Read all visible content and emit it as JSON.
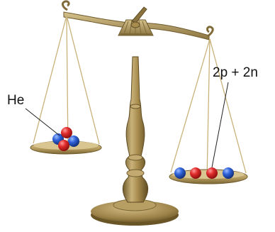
{
  "labels": {
    "left": "He",
    "right": "2p + 2n"
  },
  "colors": {
    "brass": "#b59a5c",
    "brass_dark": "#7f6a38",
    "brass_light": "#d8c48e",
    "proton": "#e02b2b",
    "neutron": "#2f63d9",
    "string": "#c9b27a"
  },
  "icons": {
    "proton": "red-sphere",
    "neutron": "blue-sphere"
  }
}
